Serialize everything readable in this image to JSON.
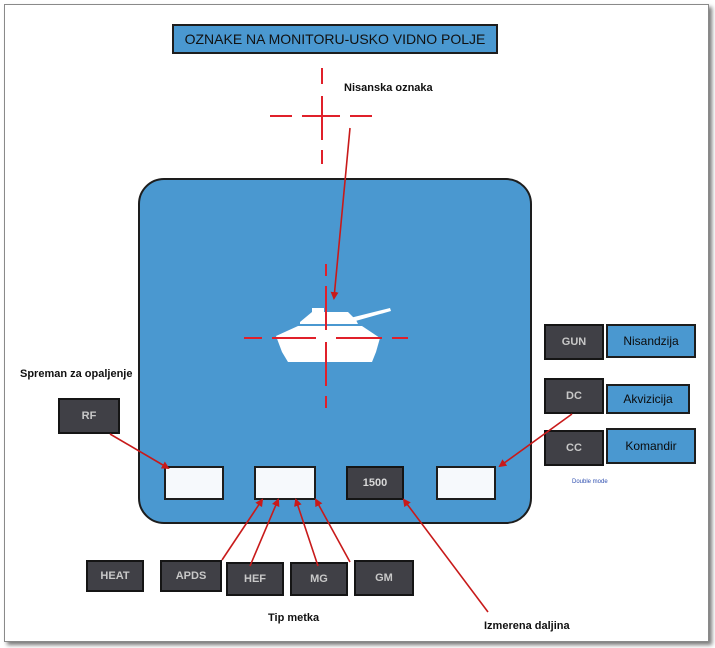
{
  "title": "OZNAKE NA MONITORU-USKO VIDNO POLJE",
  "labels": {
    "aim_mark": "Nisanska oznaka",
    "ready": "Spreman za opaljenje",
    "ammo_type": "Tip metka",
    "measured_range": "Izmerena daljina",
    "double_mode": "Double mode"
  },
  "ready_box": "RF",
  "mode_boxes": [
    {
      "code": "GUN",
      "name": "Nisandzija"
    },
    {
      "code": "DC",
      "name": "Akvizicija"
    },
    {
      "code": "CC",
      "name": "Komandir"
    }
  ],
  "display_slots": {
    "range_value": "1500"
  },
  "ammo_boxes": [
    "HEAT",
    "APDS",
    "HEF",
    "MG",
    "GM"
  ],
  "colors": {
    "screen_blue": "#4a98d0",
    "dark_box": "#404046",
    "arrow_red": "#c81a1a",
    "crosshair_red": "#e0202a"
  }
}
